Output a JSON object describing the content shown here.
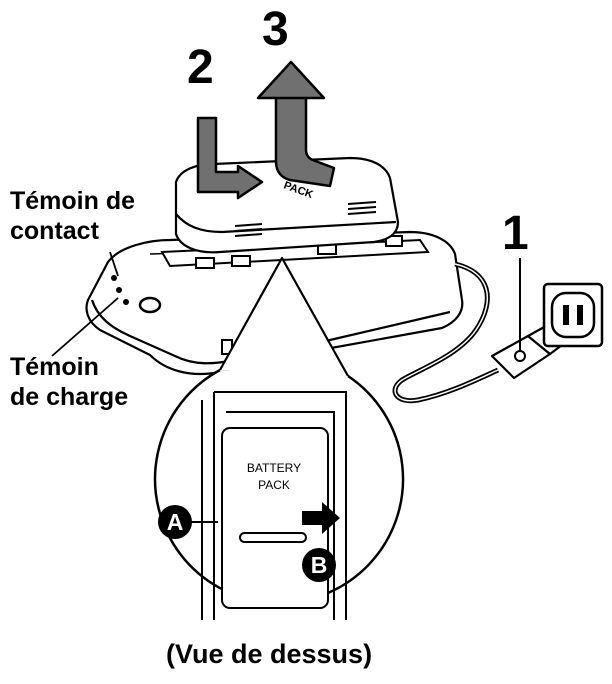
{
  "labels": {
    "contact_indicator": [
      "Témoin de",
      "contact"
    ],
    "charge_indicator": [
      "Témoin",
      "de charge"
    ],
    "top_view": "(Vue de dessus)"
  },
  "steps": [
    "1",
    "2",
    "3"
  ],
  "callouts": {
    "a": "A",
    "b": "B"
  },
  "battery_text": [
    "BATTERY",
    "PACK"
  ],
  "battery_top_text": "PACK",
  "colors": {
    "ink": "#000000",
    "arrow_fill": "#707070",
    "paper": "#ffffff"
  }
}
